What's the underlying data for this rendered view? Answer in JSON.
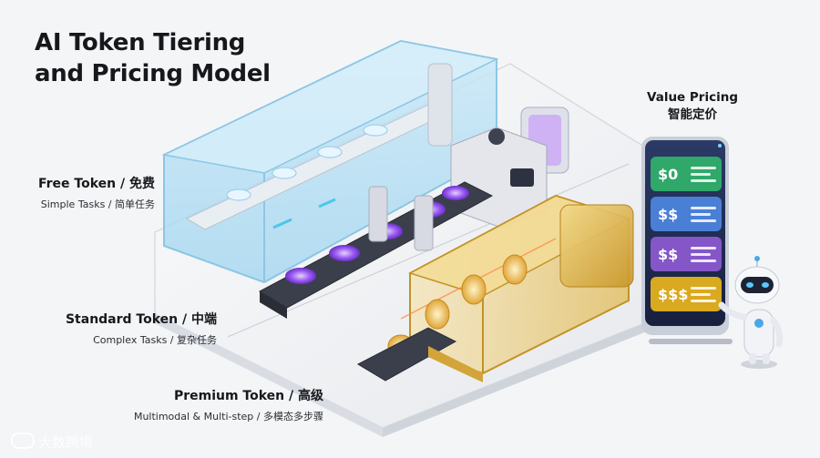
{
  "title": {
    "line1": "AI Token Tiering",
    "line2": "and Pricing Model"
  },
  "tiers": [
    {
      "name": "Free Token / 免费",
      "desc": "Simple Tasks / 简单任务"
    },
    {
      "name": "Standard Token / 中端",
      "desc": "Complex Tasks / 复杂任务"
    },
    {
      "name": "Premium Token / 高级",
      "desc": "Multimodal & Multi-step / 多模态多步骤"
    }
  ],
  "value_pricing": {
    "label_en": "Value Pricing",
    "label_cn": "智能定价",
    "prices": [
      "$0",
      "$$",
      "$$",
      "$$$"
    ],
    "colors": [
      "#2fa86a",
      "#4a7fd6",
      "#8456c8",
      "#d9a91f"
    ]
  },
  "watermark": "大数跨境",
  "colors": {
    "free": "#7fc4e8",
    "standard": "#8a4fe0",
    "premium": "#e0b23c"
  }
}
